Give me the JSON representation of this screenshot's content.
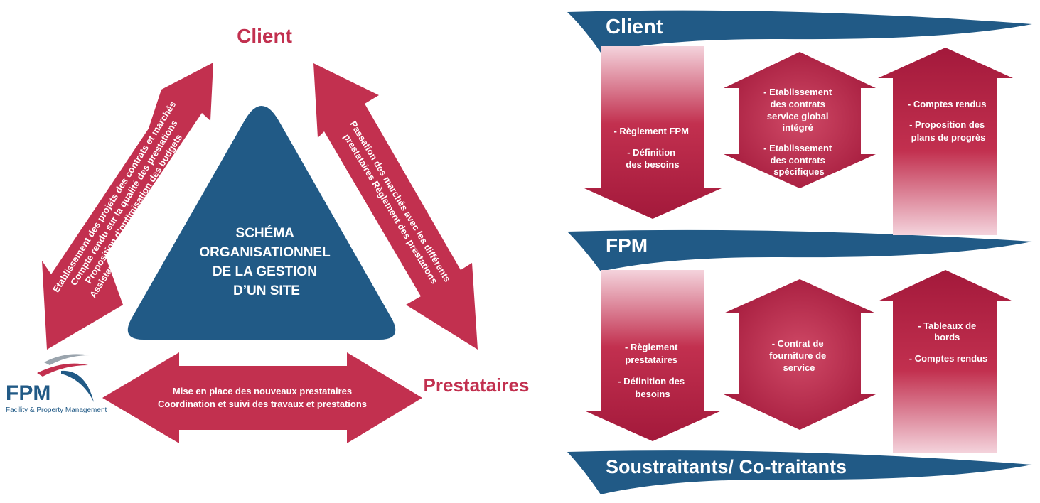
{
  "left_diagram": {
    "client_label": "Client",
    "prestataires_label": "Prestataires",
    "center_title": [
      "SCHÉMA",
      "ORGANISATIONNEL",
      "DE LA GESTION",
      "D’UN SITE"
    ],
    "left_arrow_lines": [
      "Etablissement des projets des contrats et marchés",
      "Compte rendu sur la qualité des prestations",
      "Proposition d’optimisation des budgets",
      "Assistance sur le règlement des prestataires"
    ],
    "right_arrow_lines": [
      "Passation des marchés avec les différents",
      "prestataires Règlement des prestations"
    ],
    "bottom_arrow_lines": [
      "Mise en place des nouveaux prestataires",
      "Coordination et suivi des travaux et prestations"
    ]
  },
  "logo": {
    "name": "FPM",
    "tagline": "Facility & Property Management"
  },
  "right_diagram": {
    "bands": [
      "Client",
      "FPM",
      "Soustraitants/ Co-traitants"
    ],
    "row1": {
      "down_lines": [
        "- Règlement FPM",
        "",
        "- Définition",
        "des besoins"
      ],
      "hex_lines": [
        "- Etablissement",
        "des contrats",
        "service global",
        "intégré",
        "",
        "- Etablissement",
        "des contrats",
        "spécifiques"
      ],
      "up_lines": [
        "- Comptes rendus",
        "",
        "- Proposition des",
        "plans de progrès"
      ]
    },
    "row2": {
      "down_lines": [
        "- Règlement",
        "prestataires",
        "",
        "- Définition des",
        "besoins"
      ],
      "hex_lines": [
        "- Contrat de",
        "fourniture de",
        "service"
      ],
      "up_lines": [
        "- Tableaux de",
        "bords",
        "",
        "- Comptes rendus"
      ]
    }
  },
  "colors": {
    "red": "#c2304f",
    "blue": "#215a86",
    "white": "#ffffff"
  }
}
